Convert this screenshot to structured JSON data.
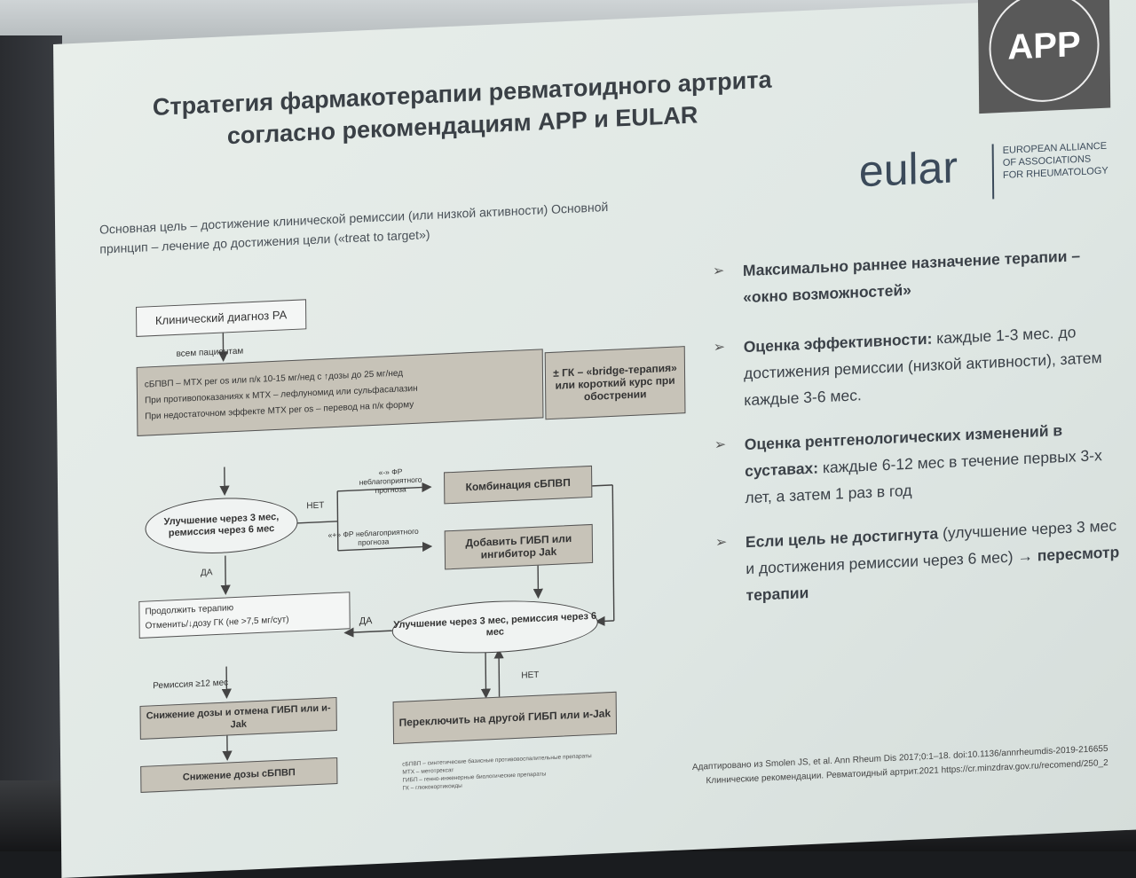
{
  "title": "Стратегия фармакотерапии ревматоидного артрита согласно рекомендациям АРР и EULAR",
  "subtitle": "Основная цель – достижение клинической ремиссии (или низкой активности) Основной принцип – лечение до достижения цели («treat to target»)",
  "logo": {
    "text": "АРР"
  },
  "eular": {
    "word": "eular",
    "line1": "EUROPEAN ALLIANCE",
    "line2": "OF ASSOCIATIONS",
    "line3": "FOR RHEUMATOLOGY"
  },
  "flow": {
    "diag": "Клинический диагноз РА",
    "all_patients": "всем пациентам",
    "therapy_l1": "сБПВП – МТХ per os или п/к 10-15 мг/нед с ↑дозы до 25 мг/нед",
    "therapy_l2": "При противопоказаниях к МТХ – лефлуномид или сульфасалазин",
    "therapy_l3": "При недостаточном эффекте МТХ per os – перевод на п/к форму",
    "gk": "± ГК – «bridge-терапия» или короткий курс при обострении",
    "improve1": "Улучшение через 3 мес, ремиссия через 6 мес",
    "no1": "НЕТ",
    "risk_minus": "«-» ФР неблагоприятного прогноза",
    "risk_plus": "«+» ФР неблагоприятного прогноза",
    "combo": "Комбинация сБПВП",
    "add_gibp": "Добавить ГИБП или ингибитор Jak",
    "yes1": "ДА",
    "continue_l1": "Продолжить терапию",
    "continue_l2": "Отменить/↓дозу ГК (не >7,5 мг/сут)",
    "yes2": "ДА",
    "improve2": "Улучшение через 3 мес, ремиссия через 6 мес",
    "remission12": "Ремиссия ≥12 мес",
    "no2": "НЕТ",
    "reduce_gibp": "Снижение дозы и отмена ГИБП или и-Jak",
    "switch": "Переключить на другой ГИБП или и-Jak",
    "reduce_sbpvp": "Снижение дозы сБПВП",
    "legend_1": "сБПВП – синтетические базисные противовоспалительные препараты",
    "legend_2": "МТХ – метотрексат",
    "legend_3": "ГИБП – генно-инженерные биологические препараты",
    "legend_4": "ГК – глюкокортикоиды"
  },
  "bullets": [
    {
      "bold": "Максимально раннее назначение терапии – «окно возможностей»",
      "rest": ""
    },
    {
      "bold": "Оценка эффективности:",
      "rest": " каждые 1-3 мес. до достижения ремиссии (низкой активности), затем каждые 3-6 мес."
    },
    {
      "bold": "Оценка рентгенологических изменений в суставах:",
      "rest": " каждые 6-12 мес в течение первых 3-х лет, а затем 1 раз в год"
    },
    {
      "bold": "Если цель не достигнута",
      "rest": " (улучшение через 3 мес и достижения ремиссии через 6 мес) → ",
      "bold2": "пересмотр терапии"
    }
  ],
  "refs": {
    "line1": "Адаптировано из Smolen JS, et al. Ann Rheum Dis 2017;0:1–18. doi:10.1136/annrheumdis-2019-216655",
    "line2": "Клинические рекомендации. Ревматоидный артрит.2021 https://cr.minzdrav.gov.ru/recomend/250_2"
  }
}
